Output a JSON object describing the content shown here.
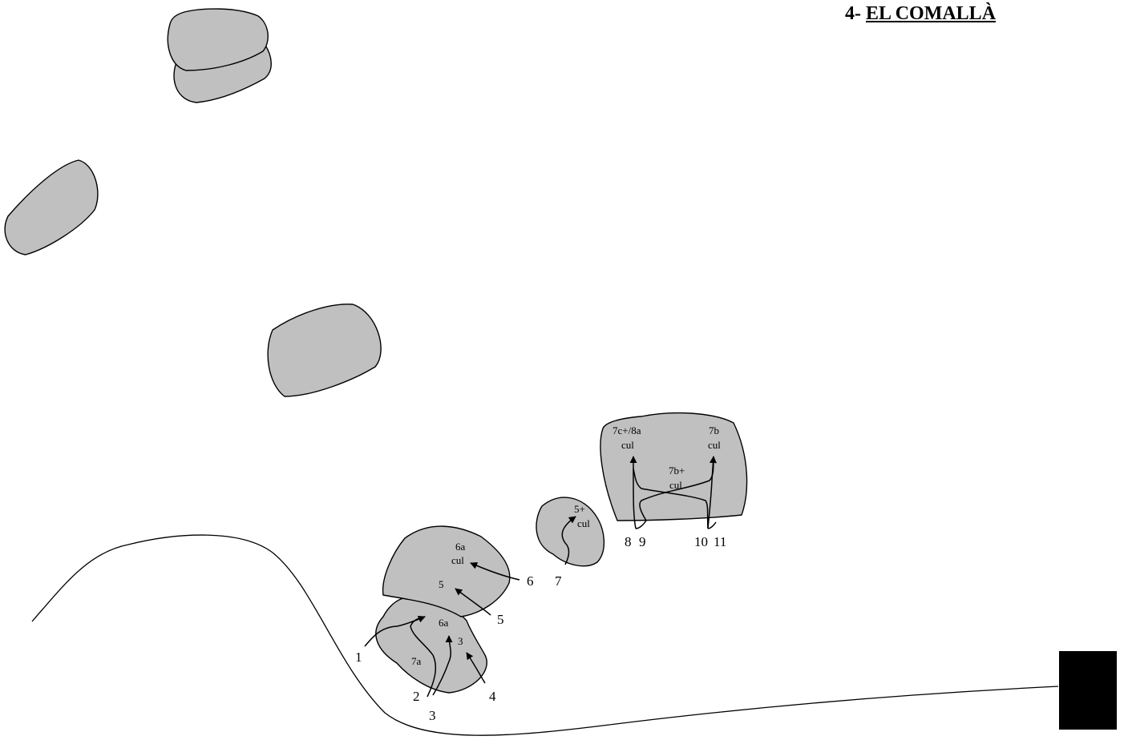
{
  "title": {
    "number": "4-",
    "name": "EL COMALLÀ"
  },
  "colors": {
    "boulder": "#c0c0c0",
    "line": "#000000",
    "background": "#ffffff",
    "marker": "#000000"
  },
  "routes": [
    {
      "number": "1",
      "grade": "7a"
    },
    {
      "number": "2",
      "grade": "6a"
    },
    {
      "number": "3",
      "grade": "3"
    },
    {
      "number": "4",
      "grade": ""
    },
    {
      "number": "5",
      "grade": "5"
    },
    {
      "number": "6",
      "grade": "6a cul"
    },
    {
      "number": "7",
      "grade": "5+ cul"
    },
    {
      "number": "8",
      "grade": "7c+/8a cul"
    },
    {
      "number": "9",
      "grade": "7b+ cul"
    },
    {
      "number": "10",
      "grade": "7b+ cul"
    },
    {
      "number": "11",
      "grade": "7b cul"
    }
  ],
  "grade_labels": {
    "g_6a_cul_top": "6a",
    "g_cul_a": "cul",
    "g_5": "5",
    "g_6a": "6a",
    "g_3": "3",
    "g_7a": "7a",
    "g_5plus": "5+",
    "g_cul_b": "cul",
    "g_7c8a": "7c+/8a",
    "g_cul_c": "cul",
    "g_7bplus": "7b+",
    "g_cul_d": "cul",
    "g_7b": "7b",
    "g_cul_e": "cul"
  },
  "numbers": {
    "n1": "1",
    "n2": "2",
    "n3": "3",
    "n4": "4",
    "n5": "5",
    "n6": "6",
    "n7": "7",
    "n8": "8",
    "n9": "9",
    "n10": "10",
    "n11": "11"
  }
}
